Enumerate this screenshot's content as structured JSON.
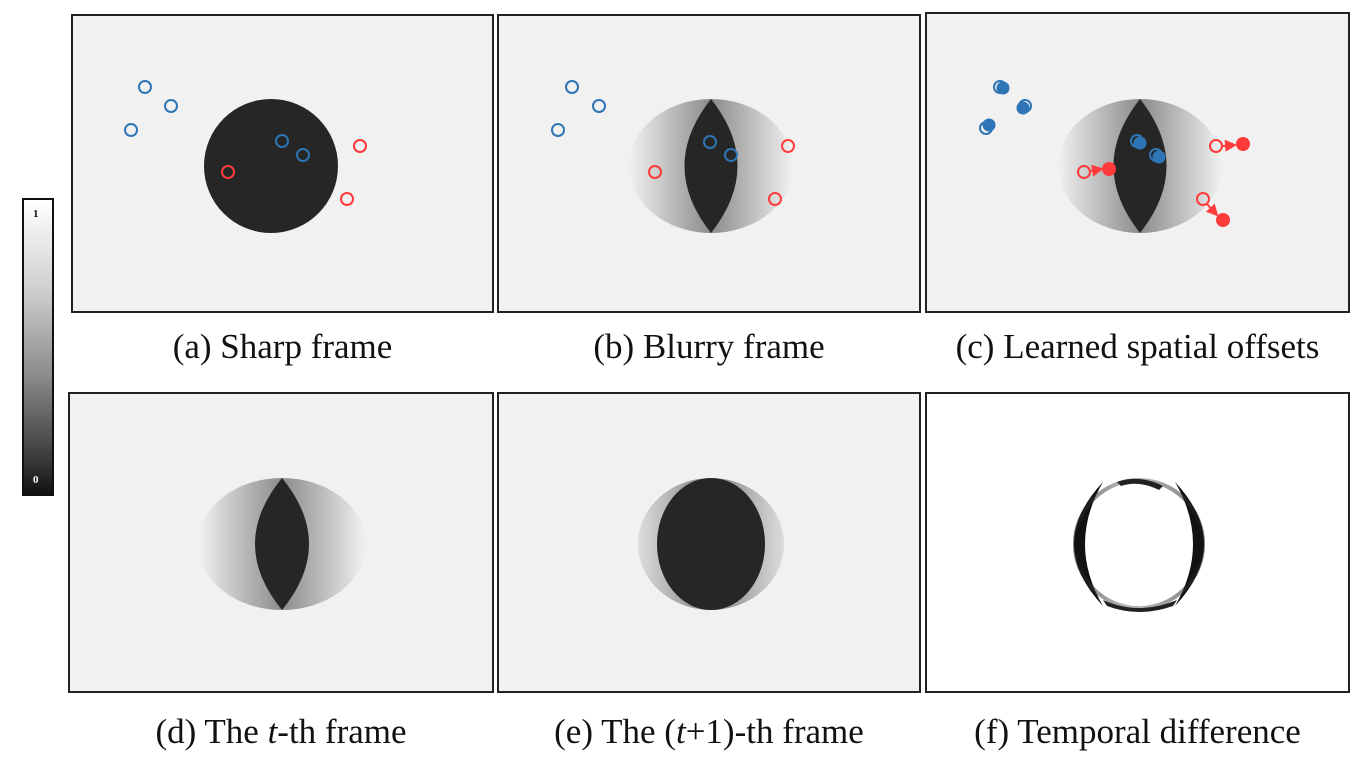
{
  "colorbar": {
    "max_label": "1",
    "min_label": "0"
  },
  "captions": {
    "a": "(a) Sharp frame",
    "b": "(b) Blurry frame",
    "c": "(c) Learned spatial offsets",
    "d_pre": "(d) The ",
    "d_var": "t",
    "d_post": "-th frame",
    "e_pre": "(e) The (",
    "e_var": "t",
    "e_post": "+1)-th frame",
    "f": "(f) Temporal difference"
  },
  "colors": {
    "blue_points": "#2e75b6",
    "red_points": "#ff3b3b",
    "object": "#262626",
    "background": "#f1f1f1"
  }
}
